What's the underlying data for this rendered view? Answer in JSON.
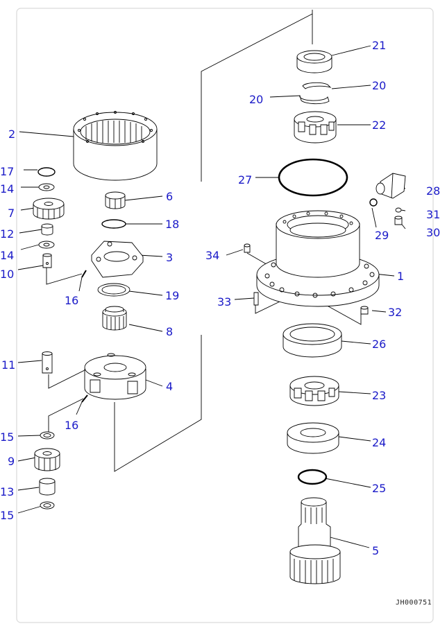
{
  "theme": {
    "label_color": "#1a1ac8",
    "line_color": "#000000",
    "border_color": "#d9d9d9",
    "background": "#ffffff"
  },
  "drawing_id": "JH000751",
  "callouts": [
    {
      "key": "c21",
      "text": "21"
    },
    {
      "key": "c20a",
      "text": "20"
    },
    {
      "key": "c20b",
      "text": "20"
    },
    {
      "key": "c22",
      "text": "22"
    },
    {
      "key": "c2",
      "text": "2"
    },
    {
      "key": "c27",
      "text": "27"
    },
    {
      "key": "c28",
      "text": "28"
    },
    {
      "key": "c17",
      "text": "17"
    },
    {
      "key": "c14a",
      "text": "14"
    },
    {
      "key": "c6",
      "text": "6"
    },
    {
      "key": "c7",
      "text": "7"
    },
    {
      "key": "c31",
      "text": "31"
    },
    {
      "key": "c18",
      "text": "18"
    },
    {
      "key": "c12",
      "text": "12"
    },
    {
      "key": "c29",
      "text": "29"
    },
    {
      "key": "c30",
      "text": "30"
    },
    {
      "key": "c14b",
      "text": "14"
    },
    {
      "key": "c3",
      "text": "3"
    },
    {
      "key": "c34",
      "text": "34"
    },
    {
      "key": "c10",
      "text": "10"
    },
    {
      "key": "c1",
      "text": "1"
    },
    {
      "key": "c19",
      "text": "19"
    },
    {
      "key": "c16a",
      "text": "16"
    },
    {
      "key": "c33",
      "text": "33"
    },
    {
      "key": "c32",
      "text": "32"
    },
    {
      "key": "c8",
      "text": "8"
    },
    {
      "key": "c26",
      "text": "26"
    },
    {
      "key": "c11",
      "text": "11"
    },
    {
      "key": "c4",
      "text": "4"
    },
    {
      "key": "c23",
      "text": "23"
    },
    {
      "key": "c16b",
      "text": "16"
    },
    {
      "key": "c15a",
      "text": "15"
    },
    {
      "key": "c24",
      "text": "24"
    },
    {
      "key": "c9",
      "text": "9"
    },
    {
      "key": "c25",
      "text": "25"
    },
    {
      "key": "c13",
      "text": "13"
    },
    {
      "key": "c15b",
      "text": "15"
    },
    {
      "key": "c5",
      "text": "5"
    }
  ]
}
